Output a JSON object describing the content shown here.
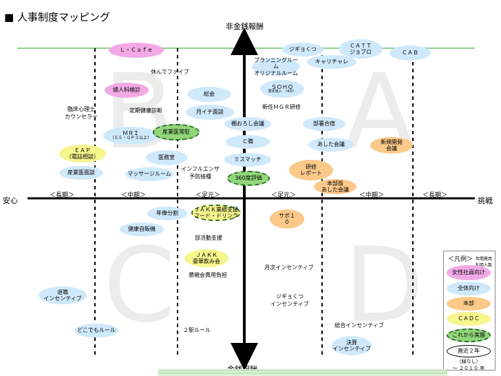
{
  "title": "■ 人事制度マッピング",
  "axes": {
    "top": "非金銭報酬",
    "bottom": "金銭報酬",
    "left": "安心",
    "right": "挑戦"
  },
  "ranges": [
    "＜長期＞",
    "＜中期＞",
    "＜足元＞",
    "＜足元＞",
    "＜中期＞",
    "＜長期＞"
  ],
  "quadrant_letters": {
    "a": "A",
    "b": "B",
    "c": "C",
    "d": "D"
  },
  "colors": {
    "female": "#f2a9e6",
    "all": "#cfe9fb",
    "hq": "#fbc98a",
    "cadc": "#f7f58e",
    "future": "#91d67a",
    "guide_line": "#8fd08f",
    "axis": "#000000"
  },
  "items": {
    "l_cafe": "Ｌ・Ｃａｆｅ",
    "rest_five": "休んでファイブ",
    "gyn": "婦人科検診",
    "clin_psych": "臨床心理士\nカウンセラー",
    "reg_health": "定期健康診断",
    "sokai": "総会",
    "monthly_interview": "月イチ面談",
    "mri_main": "ＭＲＩ",
    "mri_sub": "（５５・ＧＰ３以上）",
    "occ_doc_resident": "産業医常駐",
    "eap": "ＥＡＰ\n（電話相談）",
    "infirmary": "医務室",
    "flu": "インフルエンザ\n予防接種",
    "occ_doc_interview": "産業医面談",
    "massage": "マッサージルーム",
    "planning_room": "プランニングルーム\nオリジナルルーム",
    "jigyokutsu_top": "ジギョくつ",
    "catt": "ＣＡＴＴ\nジョブロ",
    "career_challenge": "キャリチャレ",
    "cab": "ＣＡＢ",
    "soho_main": "ＳＯＨＯ",
    "soho_sub": "限定導入　（4月）",
    "new_mgr": "新任ＭＧＲ研修",
    "tanaoroshi": "棚おろし会議",
    "bushogashuku": "部署合宿",
    "c_job": "Ｃ職",
    "ashita": "あした会議",
    "new_biz": "新規開発\n会議",
    "missmatch": "ミスマッチ",
    "eval360": "360度評価",
    "training_report": "研修\nレポート",
    "hq_ashita": "本部版\nあした会議",
    "seniority": "年俸分割",
    "jakk_award": "ＪＡＫＫ業績支援\nフード・ドリンク",
    "support10": "サポ１\n０",
    "health_insurance": "健康自販機",
    "club_support": "部活動支援",
    "jakk_party": "ＪＡＫＫ\n豪華飲み会",
    "social_cost": "懇親会費用負担",
    "monthly_incentive": "月次インセンティブ",
    "retire_incentive": "退職\nインセンティブ",
    "jigyokutsu_incentive": "ジギョくつ\nインセンティブ",
    "anywhere_rule": "どこでもルール",
    "two_station": "２駅ルール",
    "general_incentive": "総合インセンティブ",
    "settlement_incentive": "決算\nインセンティブ"
  },
  "legend": {
    "title": "＜凡例＞",
    "note": "年間費用\n利用人数",
    "female": "女性社員向け",
    "all": "全体向け",
    "hq": "本部",
    "cadc": "ＣＡＤＣ",
    "future": "これから実施",
    "recent": "直近２年",
    "nolabel": "（線なし）\n～ ２０１０ 年"
  }
}
